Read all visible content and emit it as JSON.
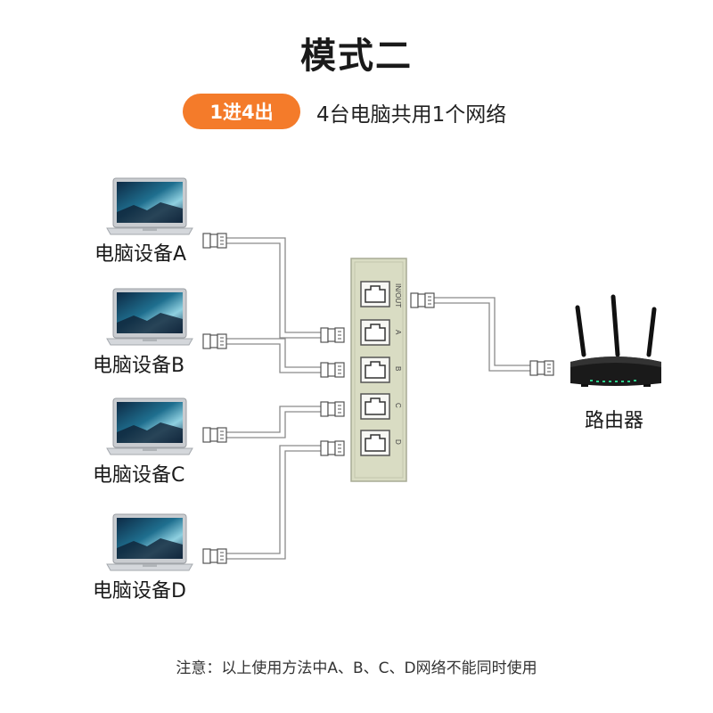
{
  "title": "模式二",
  "badge": "1进4出",
  "subtitle": "4台电脑共用1个网络",
  "devices": [
    {
      "label": "电脑设备A"
    },
    {
      "label": "电脑设备B"
    },
    {
      "label": "电脑设备C"
    },
    {
      "label": "电脑设备D"
    }
  ],
  "switch_box": {
    "port_labels": [
      "IN/OUT",
      "A",
      "B",
      "C",
      "D"
    ]
  },
  "router": {
    "label": "路由器"
  },
  "note": "注意：以上使用方法中A、B、C、D网络不能同时使用",
  "colors": {
    "badge": "#f47b2a",
    "switch_box": "#d9dcc3",
    "cable": "#888888"
  }
}
